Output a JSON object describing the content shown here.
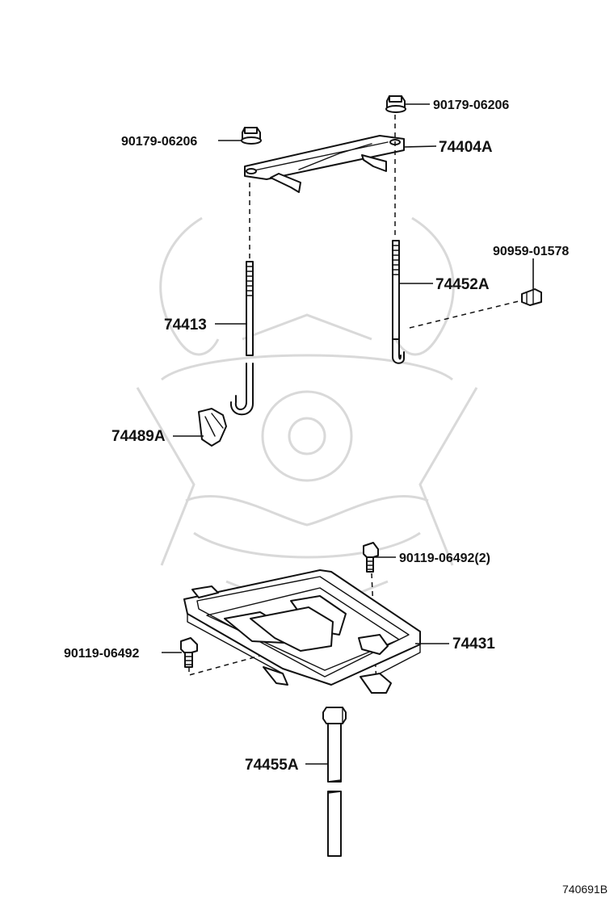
{
  "diagram": {
    "background": "#ffffff",
    "line_color": "#111111",
    "watermark_color": "#d9d9d9",
    "labels": {
      "nut_right": "90179-06206",
      "nut_left": "90179-06206",
      "clamp": "74404A",
      "clip": "90959-01578",
      "rod_right": "74452A",
      "rod_left": "74413",
      "insulator": "74489A",
      "bolt_tray_right": "90119-06492(2)",
      "tray": "74431",
      "bolt_tray_left": "90119-06492",
      "bolt_long": "74455A"
    },
    "diagram_id": "740691B"
  }
}
